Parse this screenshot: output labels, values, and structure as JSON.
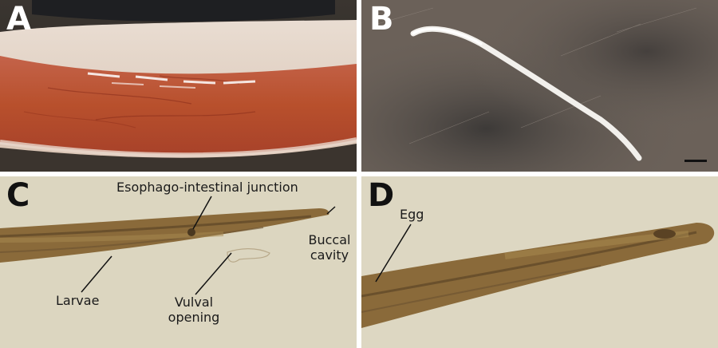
{
  "figure": {
    "panels": [
      {
        "letter": "A"
      },
      {
        "letter": "B"
      },
      {
        "letter": "C",
        "labels": [
          "Esophago-intestinal junction",
          "Buccal",
          "cavity",
          "Larvae",
          "Vulval",
          "opening"
        ]
      },
      {
        "letter": "D",
        "labels": [
          "Egg"
        ]
      }
    ],
    "colors": {
      "conjunctiva": "#c0582e",
      "scale_background": "#5a514b",
      "microscope_background": "#dcd6c0",
      "worm_body": "#8a6a3a",
      "divider": "#ffffff"
    }
  }
}
